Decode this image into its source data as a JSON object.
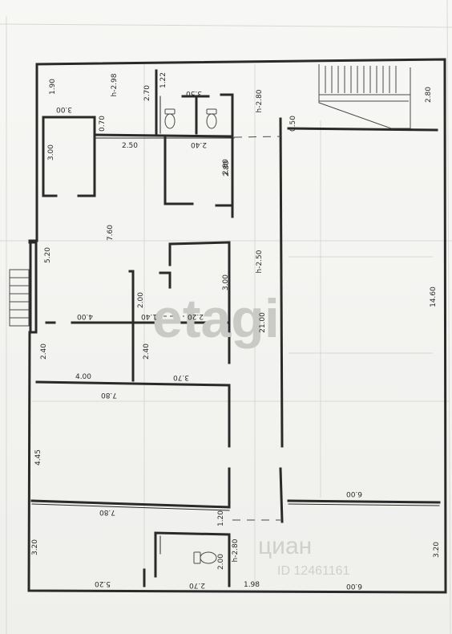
{
  "plan": {
    "dimensions": [
      {
        "id": "d1",
        "text": "1.90",
        "rot": -90
      },
      {
        "id": "d2",
        "text": "h-2.98",
        "rot": -90
      },
      {
        "id": "d3",
        "text": "2.70",
        "rot": -90
      },
      {
        "id": "d4",
        "text": "1.22",
        "rot": -90
      },
      {
        "id": "d5",
        "text": "3.50",
        "rot": 180
      },
      {
        "id": "d6",
        "text": "h-2.80",
        "rot": -90
      },
      {
        "id": "d7",
        "text": "2.80",
        "rot": -90
      },
      {
        "id": "d8",
        "text": "3.00",
        "rot": 180
      },
      {
        "id": "d9",
        "text": "0.70",
        "rot": -90
      },
      {
        "id": "d10",
        "text": "0.50",
        "rot": -90
      },
      {
        "id": "d11",
        "text": "3.00",
        "rot": -90
      },
      {
        "id": "d12",
        "text": "2.50",
        "rot": 0
      },
      {
        "id": "d13",
        "text": "2.40",
        "rot": 180
      },
      {
        "id": "d14",
        "text": "2.80",
        "rot": -90
      },
      {
        "id": "d15",
        "text": "7.60",
        "rot": -90
      },
      {
        "id": "d16",
        "text": "5.20",
        "rot": -90
      },
      {
        "id": "d17",
        "text": "h-2.50",
        "rot": -90
      },
      {
        "id": "d18",
        "text": "3.00",
        "rot": -90
      },
      {
        "id": "d19",
        "text": "2.00",
        "rot": -90
      },
      {
        "id": "d20",
        "text": "14.60",
        "rot": -90
      },
      {
        "id": "d21",
        "text": "4.00",
        "rot": 180
      },
      {
        "id": "d22",
        "text": "1.40",
        "rot": 180
      },
      {
        "id": "d23",
        "text": "2.20",
        "rot": 180
      },
      {
        "id": "d24",
        "text": "21.00",
        "rot": -90
      },
      {
        "id": "d25",
        "text": "2.40",
        "rot": -90
      },
      {
        "id": "d26",
        "text": "2.40",
        "rot": -90
      },
      {
        "id": "d27",
        "text": "4.00",
        "rot": 0
      },
      {
        "id": "d28",
        "text": "3.70",
        "rot": 180
      },
      {
        "id": "d29",
        "text": "7.80",
        "rot": 180
      },
      {
        "id": "d30",
        "text": "4.45",
        "rot": -90
      },
      {
        "id": "d31",
        "text": "6.00",
        "rot": 180
      },
      {
        "id": "d32",
        "text": "7.80",
        "rot": 180
      },
      {
        "id": "d33",
        "text": "1.20",
        "rot": -90
      },
      {
        "id": "d34",
        "text": "3.20",
        "rot": -90
      },
      {
        "id": "d35",
        "text": "h-2.80",
        "rot": -90
      },
      {
        "id": "d36",
        "text": "2.00",
        "rot": -90
      },
      {
        "id": "d37",
        "text": "3.20",
        "rot": -90
      },
      {
        "id": "d38",
        "text": "5.20",
        "rot": 180
      },
      {
        "id": "d39",
        "text": "2.70",
        "rot": 180
      },
      {
        "id": "d40",
        "text": "1.98",
        "rot": 0
      },
      {
        "id": "d41",
        "text": "6.00",
        "rot": 180
      },
      {
        "id": "d42",
        "text": "2.80",
        "rot": -90
      }
    ],
    "watermark": "etagi",
    "logo_text": "циан",
    "listing_id": "ID 12461161"
  }
}
